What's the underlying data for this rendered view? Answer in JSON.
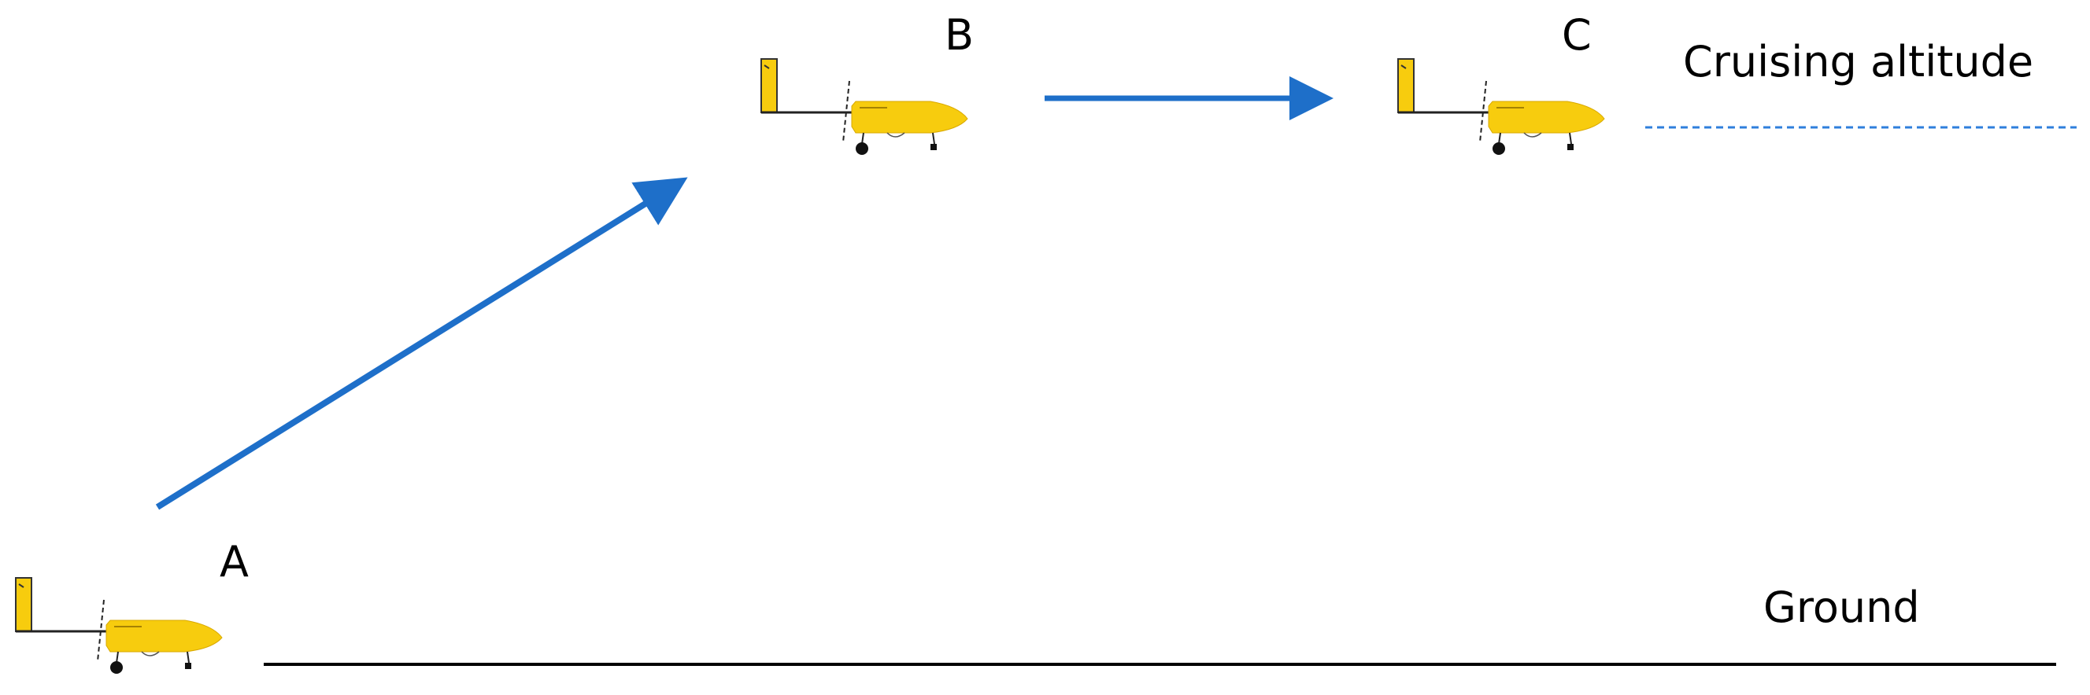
{
  "points": [
    {
      "id": "A",
      "label": "A"
    },
    {
      "id": "B",
      "label": "B"
    },
    {
      "id": "C",
      "label": "C"
    }
  ],
  "levels": {
    "cruising": "Cruising altitude",
    "ground": "Ground"
  },
  "colors": {
    "arrow": "#1e6fc9",
    "aircraft_body": "#f7cc0e",
    "ground_line": "#000000",
    "cruise_line": "#2f7fdc"
  },
  "icons": {
    "aircraft": "fixed-wing-uav-icon"
  }
}
